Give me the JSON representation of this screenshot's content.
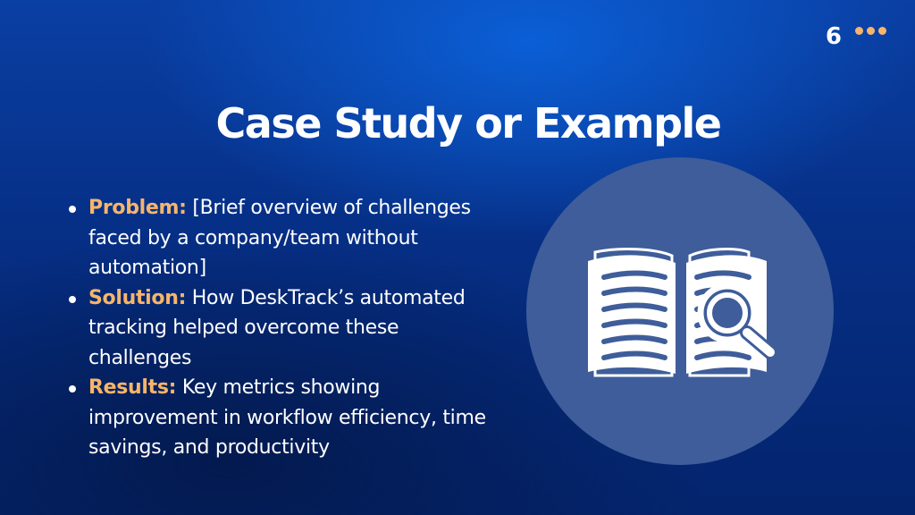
{
  "slide": {
    "page_number": "6",
    "title": "Case Study or Example",
    "bullets": [
      {
        "label": "Problem:",
        "text": " [Brief overview of challenges faced by a company/team without automation]"
      },
      {
        "label": "Solution:",
        "text": " How DeskTrack’s automated tracking helped overcome these challenges"
      },
      {
        "label": "Results:",
        "text": " Key metrics showing improvement in workflow efficiency, time savings, and productivity"
      }
    ],
    "icon": "book-magnifier-icon"
  },
  "colors": {
    "background_top": "#0a3fa3",
    "background_bottom": "#04246d",
    "accent": "#f7b56a",
    "circle": "#3e5d9a",
    "text": "#ffffff"
  }
}
